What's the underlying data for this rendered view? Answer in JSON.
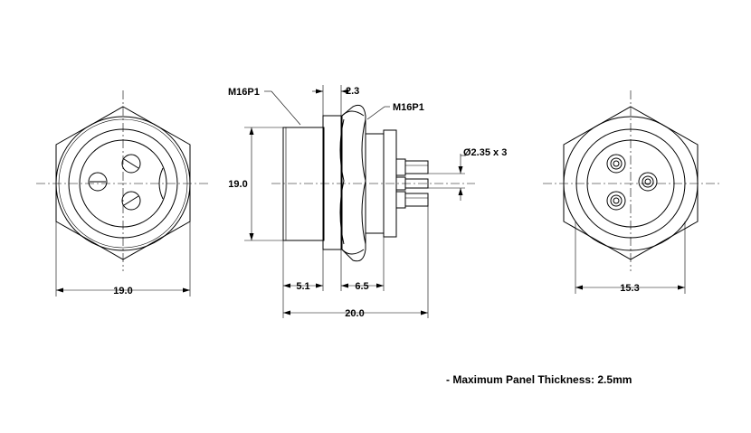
{
  "labels": {
    "part_left": "M16P1",
    "part_right": "M16P1",
    "dim_flange": "2.3",
    "dim_height": "19.0",
    "dim_pin": "Ø2.35 x 3",
    "dim_body": "5.1",
    "dim_nut": "6.5",
    "dim_length": "20.0",
    "dim_hex_left": "19.0",
    "dim_hex_right": "15.3"
  },
  "note": "- Maximum Panel Thickness: 2.5mm"
}
